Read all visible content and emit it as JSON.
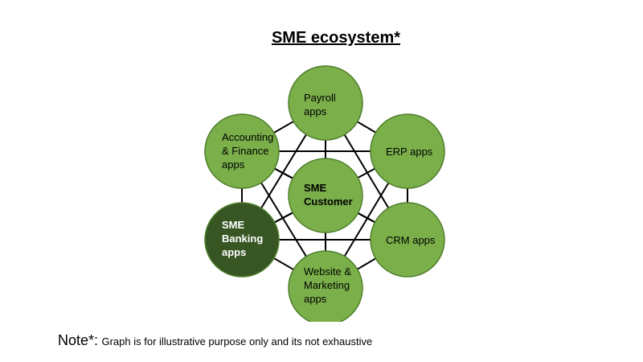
{
  "title": "SME ecosystem*",
  "note": {
    "prefix": "Note*:",
    "text": "Graph is for illustrative purpose only and its not exhaustive"
  },
  "colors": {
    "node_fill": "#7aaf4a",
    "node_stroke": "#4f7f2c",
    "highlight_fill": "#375623",
    "edge": "#000000",
    "label": "#000000",
    "highlight_label": "#ffffff"
  },
  "nodes": [
    {
      "id": "payroll",
      "lines": [
        "Payroll",
        "apps"
      ],
      "bold": false,
      "highlight": false
    },
    {
      "id": "accounting",
      "lines": [
        "Accounting",
        "& Finance",
        "apps"
      ],
      "bold": false,
      "highlight": false
    },
    {
      "id": "erp",
      "lines": [
        "ERP apps"
      ],
      "bold": false,
      "highlight": false
    },
    {
      "id": "sme-customer",
      "lines": [
        "SME",
        "Customer"
      ],
      "bold": true,
      "highlight": false
    },
    {
      "id": "sme-banking",
      "lines": [
        "SME",
        "Banking",
        "apps"
      ],
      "bold": true,
      "highlight": true
    },
    {
      "id": "crm",
      "lines": [
        "CRM apps"
      ],
      "bold": false,
      "highlight": false
    },
    {
      "id": "website",
      "lines": [
        "Website &",
        "Marketing",
        "apps"
      ],
      "bold": false,
      "highlight": false
    }
  ],
  "edges": [
    [
      "payroll",
      "accounting"
    ],
    [
      "payroll",
      "erp"
    ],
    [
      "payroll",
      "sme-customer"
    ],
    [
      "payroll",
      "sme-banking"
    ],
    [
      "payroll",
      "crm"
    ],
    [
      "payroll",
      "website"
    ],
    [
      "accounting",
      "erp"
    ],
    [
      "accounting",
      "sme-customer"
    ],
    [
      "accounting",
      "sme-banking"
    ],
    [
      "accounting",
      "crm"
    ],
    [
      "accounting",
      "website"
    ],
    [
      "erp",
      "crm"
    ],
    [
      "erp",
      "sme-banking"
    ],
    [
      "erp",
      "website"
    ],
    [
      "sme-customer",
      "sme-banking"
    ],
    [
      "sme-customer",
      "crm"
    ],
    [
      "sme-customer",
      "website"
    ],
    [
      "sme-banking",
      "crm"
    ],
    [
      "sme-banking",
      "website"
    ],
    [
      "crm",
      "website"
    ]
  ]
}
